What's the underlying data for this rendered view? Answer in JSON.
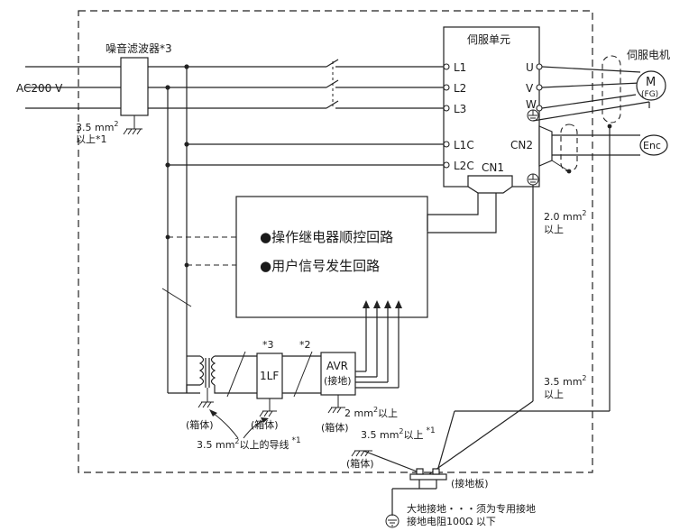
{
  "labels": {
    "noise_filter": "噪音滤波器*3",
    "ac_source": "AC200 V",
    "wire_35_a_line1": "3.5 mm",
    "wire_35_a_sup": "2",
    "wire_35_a_line2": "以上*1",
    "servo_unit": "伺服单元",
    "servo_motor": "伺服电机",
    "terminal_L1": "L1",
    "terminal_L2": "L2",
    "terminal_L3": "L3",
    "terminal_L1C": "L1C",
    "terminal_L2C": "L2C",
    "terminal_U": "U",
    "terminal_V": "V",
    "terminal_W": "W",
    "cn1": "CN1",
    "cn2": "CN2",
    "motor_M": "M",
    "motor_FG": "(FG)",
    "encoder": "Enc",
    "relay_circuit": "●操作继电器顺控回路",
    "signal_circuit": "●用户信号发生回路",
    "wire_20_line1": "2.0 mm",
    "wire_20_sup": "2",
    "wire_20_line2": "以上",
    "wire_35_b_line1": "3.5 mm",
    "wire_35_b_sup": "2",
    "wire_35_b_line2": "以上",
    "mark_3": "*3",
    "mark_2": "*2",
    "lf": "1LF",
    "avr_line1": "AVR",
    "avr_line2": "(接地)",
    "case_1": "(箱体)",
    "case_2": "(箱体)",
    "case_3": "(箱体)",
    "case_4": "(箱体)",
    "wire_2mm": "2 mm",
    "wire_2mm_sup": "2",
    "wire_2mm_suffix": "以上",
    "wire_35_c": "3.5 mm",
    "wire_35_c_sup": "2",
    "wire_35_c_suffix": "以上",
    "wire_35_c_mark": "*1",
    "wire_35_d": "3.5 mm",
    "wire_35_d_sup": "2",
    "wire_35_d_suffix": "以上的导线",
    "wire_35_d_mark": "*1",
    "ground_plate": "(接地板)",
    "earth_line1": "大地接地・・・须为专用接地",
    "earth_line2": "接地电阻100Ω 以下"
  }
}
